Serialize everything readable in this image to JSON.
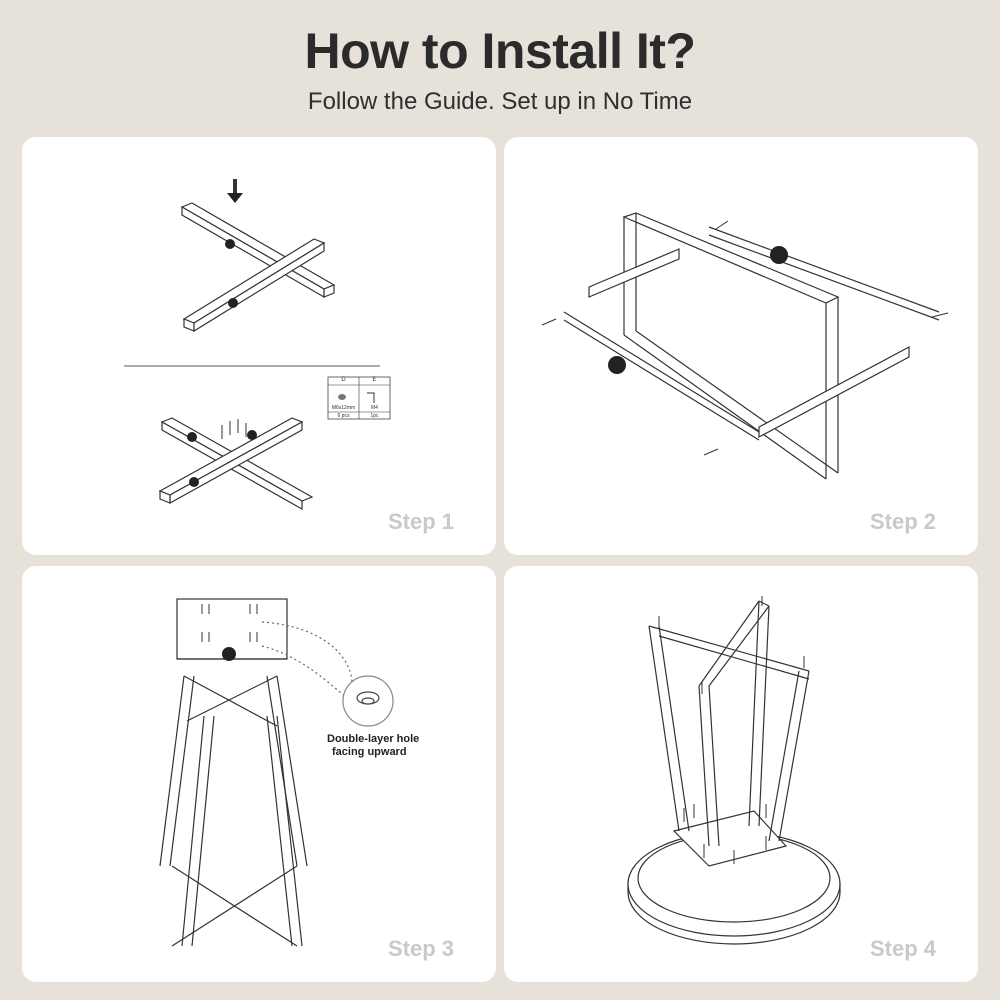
{
  "header": {
    "title": "How to Install It?",
    "subtitle": "Follow the Guide. Set up in No Time"
  },
  "steps": [
    {
      "label": "Step 1",
      "parts_table": {
        "headers": [
          "D",
          "E"
        ],
        "specs": [
          "M6x12mm",
          "M4"
        ],
        "quantities": [
          "6 pcs",
          "1pc"
        ]
      }
    },
    {
      "label": "Step 2"
    },
    {
      "label": "Step 3",
      "note_line1": "Double-layer hole",
      "note_line2": "facing upward"
    },
    {
      "label": "Step 4"
    }
  ],
  "colors": {
    "background": "#e6e1d9",
    "card": "#ffffff",
    "title": "#2b2b2b",
    "step_label": "#c9c9c9",
    "line": "#333333"
  }
}
